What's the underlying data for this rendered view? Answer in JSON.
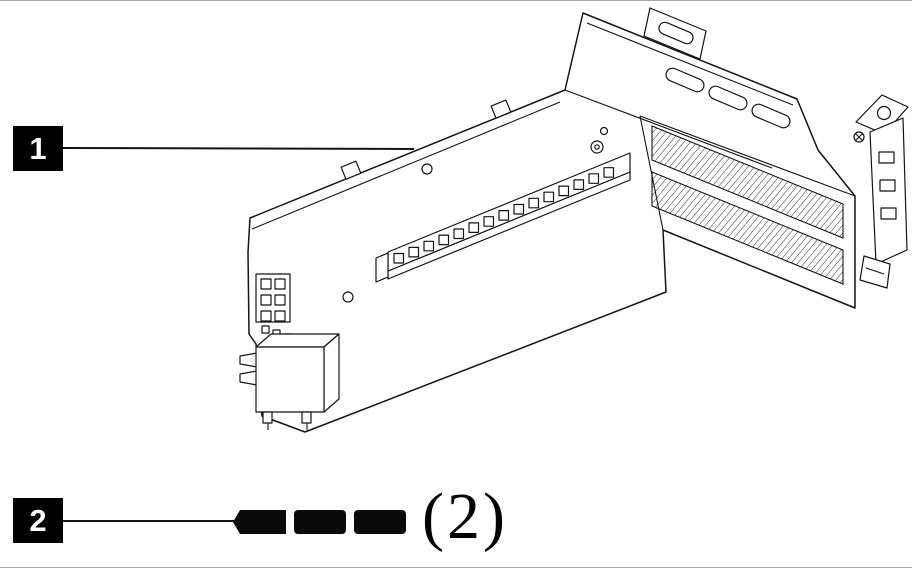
{
  "callouts": {
    "item1": {
      "label": "1",
      "icon": "riser-cage-assembly-line-art"
    },
    "item2": {
      "label": "2",
      "icon": "screw-icons",
      "quantity": "(2)",
      "screw_icon_count": 3
    }
  },
  "colors": {
    "line": "#141414",
    "background": "#ffffff",
    "callout_background": "#000000",
    "callout_text": "#ffffff"
  }
}
